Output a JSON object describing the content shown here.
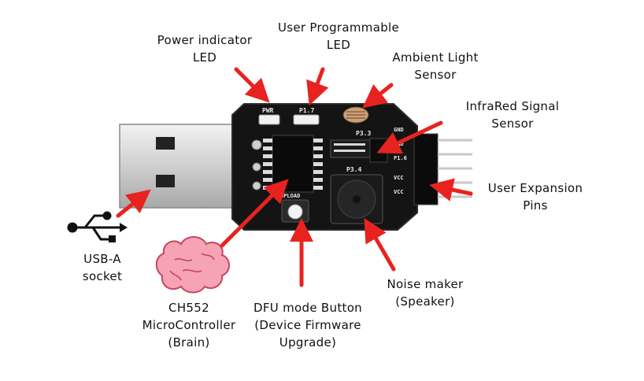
{
  "labels": {
    "power_led": [
      "Power indicator",
      "LED"
    ],
    "user_led": [
      "User Programmable",
      "LED"
    ],
    "light_sensor": [
      "Ambient Light",
      "Sensor"
    ],
    "ir_sensor": [
      "InfraRed Signal",
      "Sensor"
    ],
    "expansion_pins": [
      "User Expansion",
      "Pins"
    ],
    "usb_socket": [
      "USB-A",
      "socket"
    ],
    "mcu": [
      "CH552",
      "MicroController",
      "(Brain)"
    ],
    "dfu_button": [
      "DFU mode Button",
      "(Device Firmware",
      "Upgrade)"
    ],
    "speaker": [
      "Noise maker",
      "(Speaker)"
    ]
  },
  "silkscreen": {
    "pwr": "PWR",
    "p17": "P1.7",
    "p33": "P3.3",
    "p34": "P3.4",
    "upload": "UPLOAD",
    "gnd1": "GND",
    "gnd2": "GND",
    "p16": "P1.6",
    "vcc1": "VCC",
    "vcc2": "VCC"
  },
  "icons": {
    "usb": "usb-icon",
    "brain": "brain-icon"
  },
  "colors": {
    "arrow": "#e8231f",
    "pcb": "#141414",
    "brain": "#f5a3b5",
    "brain_outline": "#c8465f",
    "usb_metal": "#d9d9d9"
  }
}
